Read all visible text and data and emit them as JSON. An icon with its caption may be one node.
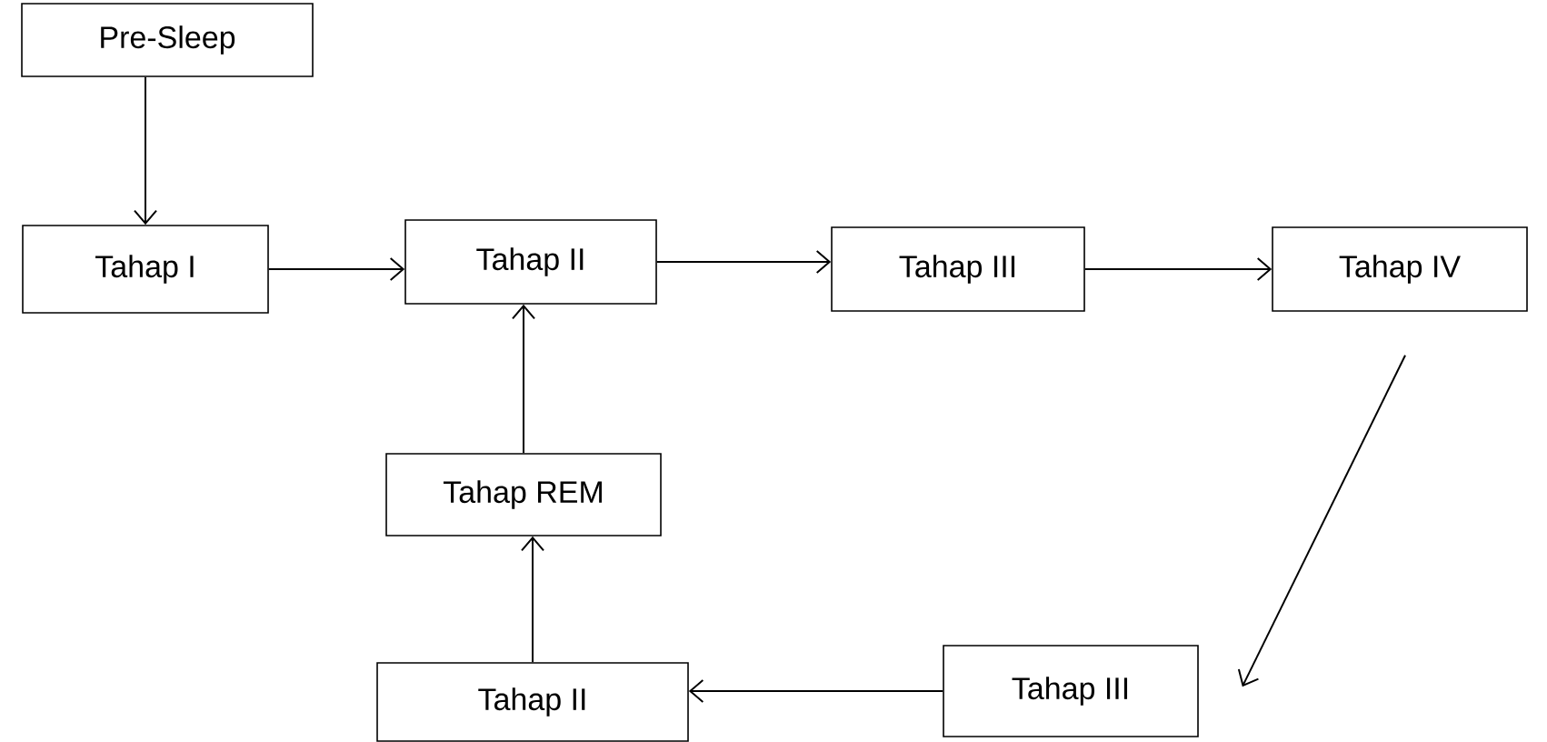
{
  "diagram": {
    "nodes": [
      {
        "text": [
          "Pre-Sleep"
        ]
      },
      {
        "text": [
          "Tahap I"
        ]
      },
      {
        "text": [
          "Tahap II"
        ]
      },
      {
        "text": [
          "Tahap III"
        ]
      },
      {
        "text": [
          "Tahap IV"
        ]
      },
      {
        "text": [
          "Tahap REM"
        ]
      },
      {
        "text": [
          "Tahap II"
        ]
      },
      {
        "text": [
          "Tahap III"
        ]
      }
    ],
    "edges": [
      {
        "from": 0,
        "to": 1,
        "arrow": "to"
      },
      {
        "from": 1,
        "to": 2,
        "arrow": "to"
      },
      {
        "from": 2,
        "to": 3,
        "arrow": "to"
      },
      {
        "from": 3,
        "to": 4,
        "arrow": "to"
      },
      {
        "from": 4,
        "to": 7,
        "arrow": "to"
      },
      {
        "from": 7,
        "to": 6,
        "arrow": "to"
      },
      {
        "from": 6,
        "to": 5,
        "arrow": "to"
      },
      {
        "from": 5,
        "to": 2,
        "arrow": "to"
      }
    ]
  }
}
